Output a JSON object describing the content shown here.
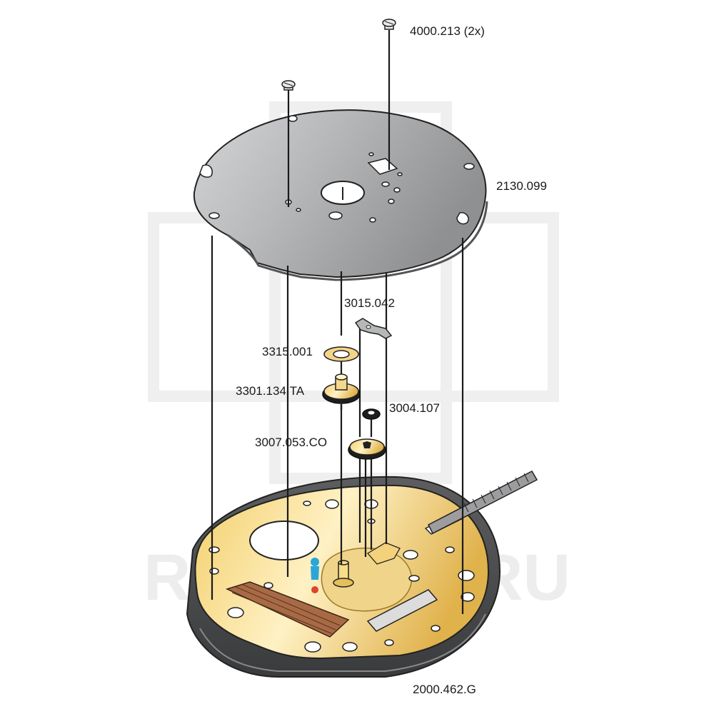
{
  "watermark": {
    "text": "RUSHO.TI.RU",
    "color": "#ececec"
  },
  "colors": {
    "plate": "#b9babc",
    "brass": "#e6be5a",
    "line": "#222222",
    "indicator": "#2aa7d8"
  },
  "parts": {
    "screws": {
      "label": "4000.213 (2x)"
    },
    "bridge_plate": {
      "label": "2130.099"
    },
    "yoke_spring": {
      "label": "3015.042"
    },
    "washer": {
      "label": "3315.001"
    },
    "cannon_pinion": {
      "label": "3301.134.TA"
    },
    "setting_wheel": {
      "label": "3004.107"
    },
    "minute_wheel": {
      "label": "3007.053.CO"
    },
    "main_plate": {
      "label": "2000.462.G"
    }
  }
}
